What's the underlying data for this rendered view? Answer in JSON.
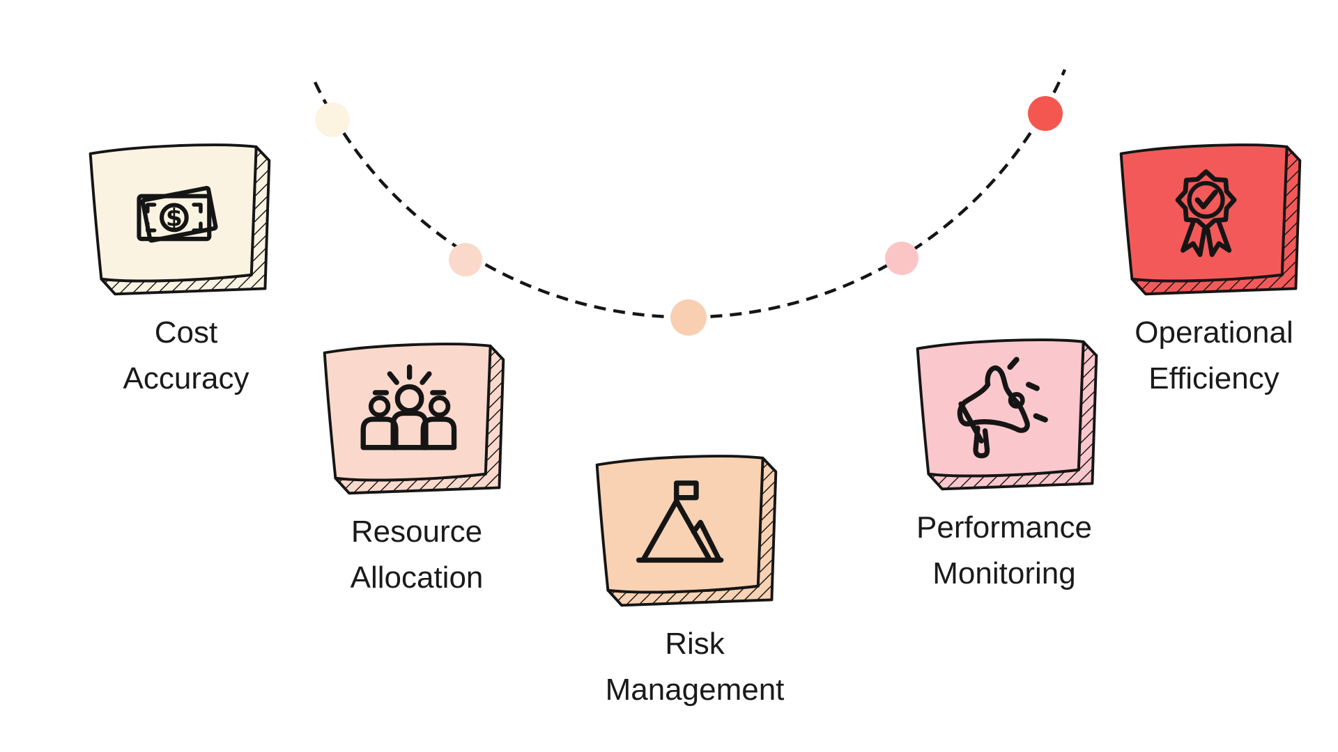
{
  "page": {
    "background": "#ffffff",
    "ink": "#151515",
    "text_color": "#1a1a1a"
  },
  "timeline": {
    "arc_color": "#151515",
    "dots": [
      {
        "name": "dot-cost-accuracy",
        "color": "#FCF3E1"
      },
      {
        "name": "dot-resource-allocation",
        "color": "#FAD9CB"
      },
      {
        "name": "dot-risk-management",
        "color": "#F9CFB1"
      },
      {
        "name": "dot-performance-monitoring",
        "color": "#FBC5C6"
      },
      {
        "name": "dot-operational-efficiency",
        "color": "#F4574F"
      }
    ]
  },
  "cards": [
    {
      "label_line1": "Cost",
      "label_line2": "Accuracy",
      "color": "#FAF3E2",
      "icon": "money-bills-icon"
    },
    {
      "label_line1": "Resource",
      "label_line2": "Allocation",
      "color": "#FAD9CC",
      "icon": "team-icon"
    },
    {
      "label_line1": "Risk",
      "label_line2": "Management",
      "color": "#F8D2B3",
      "icon": "mountain-flag-icon"
    },
    {
      "label_line1": "Performance",
      "label_line2": "Monitoring",
      "color": "#F9C7CC",
      "icon": "megaphone-icon"
    },
    {
      "label_line1": "Operational",
      "label_line2": "Efficiency",
      "color": "#F4595A",
      "icon": "award-ribbon-icon"
    }
  ]
}
